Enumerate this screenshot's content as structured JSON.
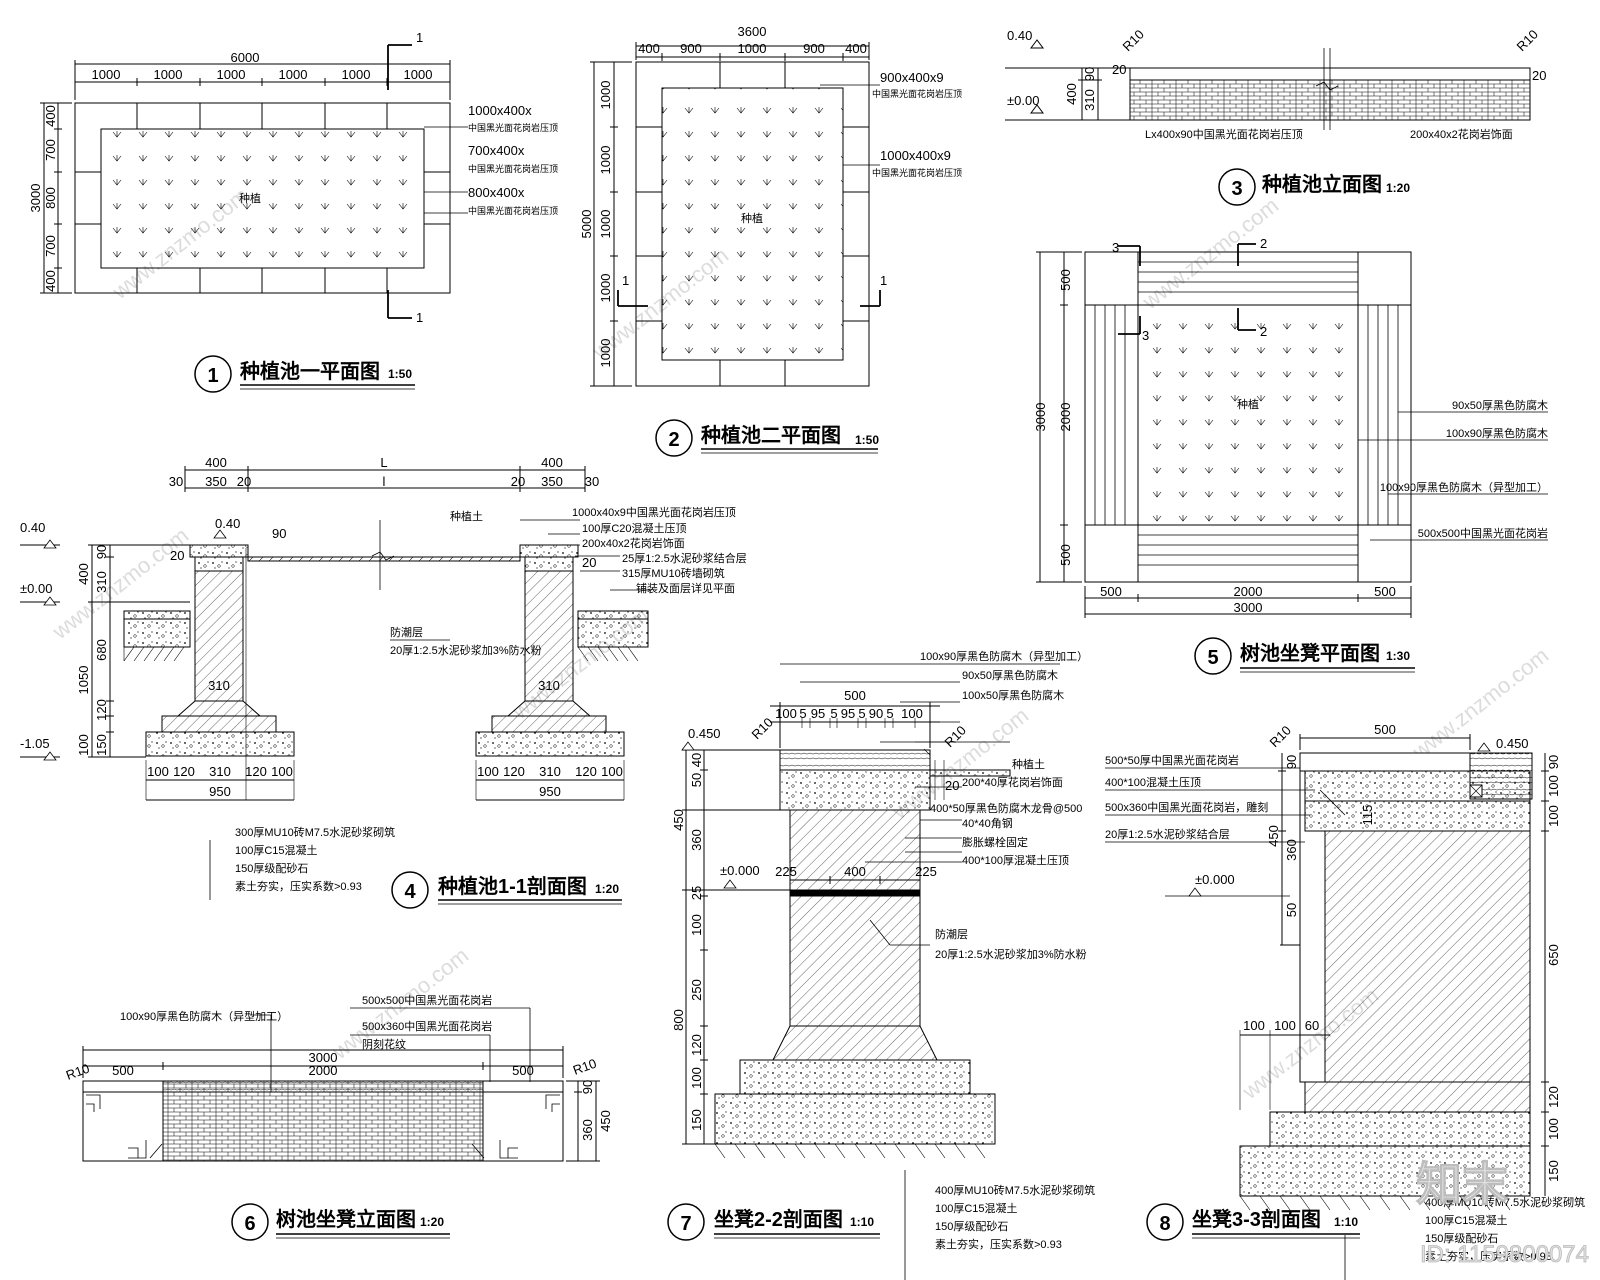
{
  "views": {
    "v1": {
      "num": "1",
      "title": "种植池一平面图",
      "scale": "1:50"
    },
    "v2": {
      "num": "2",
      "title": "种植池二平面图",
      "scale": "1:50"
    },
    "v3": {
      "num": "3",
      "title": "种植池立面图",
      "scale": "1:20"
    },
    "v4": {
      "num": "4",
      "title": "种植池1-1剖面图",
      "scale": "1:20"
    },
    "v5": {
      "num": "5",
      "title": "树池坐凳平面图",
      "scale": "1:30"
    },
    "v6": {
      "num": "6",
      "title": "树池坐凳立面图",
      "scale": "1:20"
    },
    "v7": {
      "num": "7",
      "title": "坐凳2-2剖面图",
      "scale": "1:10"
    },
    "v8": {
      "num": "8",
      "title": "坐凳3-3剖面图",
      "scale": "1:10"
    }
  },
  "p1": {
    "total_w": "6000",
    "segments": [
      "1000",
      "1000",
      "1000",
      "1000",
      "1000",
      "1000"
    ],
    "total_h": "3000",
    "v_segments": [
      "400",
      "700",
      "800",
      "700",
      "400"
    ],
    "center": "种植",
    "cut_mark": "1",
    "notes": [
      {
        "size": "1000x400x",
        "desc": "中国黑光面花岗岩压顶"
      },
      {
        "size": "700x400x",
        "desc": "中国黑光面花岗岩压顶"
      },
      {
        "size": "800x400x",
        "desc": "中国黑光面花岗岩压顶"
      }
    ]
  },
  "p2": {
    "total_w": "3600",
    "segments": [
      "400",
      "900",
      "1000",
      "900",
      "400"
    ],
    "total_h": "5000",
    "v_segments": [
      "1000",
      "1000",
      "1000",
      "1000",
      "1000"
    ],
    "center": "种植",
    "cut_mark": "1",
    "notes": [
      {
        "size": "900x400x9",
        "desc": "中国黑光面花岗岩压顶"
      },
      {
        "size": "1000x400x9",
        "desc": "中国黑光面花岗岩压顶"
      }
    ]
  },
  "p3": {
    "level_top": "0.40",
    "level_base": "±0.00",
    "h1": "400",
    "h2": "90",
    "h3": "310",
    "r_left": "R10",
    "r_right": "R10",
    "gap_l": "20",
    "gap_r": "20",
    "note_left": "Lx400x90中国黑光面花岗岩压顶",
    "note_right": "200x40x2花岗岩饰面"
  },
  "p4": {
    "top_w": [
      "400",
      "L",
      "400"
    ],
    "bot_w": [
      "30",
      "350",
      "20",
      "l",
      "20",
      "350",
      "30"
    ],
    "level_top": "0.40",
    "level_top2": "0.40",
    "level_zero": "±0.00",
    "level_bot": "-1.05",
    "v_dims": [
      "90",
      "310",
      "400",
      "680",
      "1050",
      "120",
      "150",
      "100"
    ],
    "wall": "310",
    "base_w": "950",
    "base_segs": [
      "100",
      "120",
      "310",
      "120",
      "100"
    ],
    "plant_soil": "种植土",
    "r90": "90",
    "twenty": "20",
    "notes_right": [
      "1000x40x9中国黑光面花岗岩压顶",
      "100厚C20混凝土压顶",
      "200x40x2花岗岩饰面",
      "25厚1:2.5水泥砂浆结合层",
      "315厚MU10砖墙砌筑",
      "铺装及面层详见平面"
    ],
    "note_mid1": "防潮层",
    "note_mid2": "20厚1:2.5水泥砂浆加3%防水粉",
    "notes_bot": [
      "300厚MU10砖M7.5水泥砂浆砌筑",
      "100厚C15混凝土",
      "150厚级配砂石",
      "素土夯实，压实系数>0.93"
    ]
  },
  "p5": {
    "total_w": "3000",
    "w_segs": [
      "500",
      "2000",
      "500"
    ],
    "total_h": "3000",
    "h_segs": [
      "500",
      "2000",
      "500"
    ],
    "center": "种植",
    "cut2": "2",
    "cut3": "3",
    "notes": [
      "90x50厚黑色防腐木",
      "100x90厚黑色防腐木",
      "100x90厚黑色防腐木（异型加工）",
      "500x500中国黑光面花岗岩"
    ]
  },
  "p6": {
    "total_w": "3000",
    "segs": [
      "500",
      "2000",
      "500"
    ],
    "r_left": "R10",
    "r_right": "R10",
    "h_total": "450",
    "h1": "90",
    "h2": "360",
    "notes": [
      "100x90厚黑色防腐木（异型加工）",
      "500x500中国黑光面花岗岩",
      "500x360中国黑光面花岗岩",
      "阴刻花纹"
    ]
  },
  "p7": {
    "top_w": "500",
    "top_segs": [
      "100",
      "5",
      "95",
      "5",
      "95",
      "5",
      "90",
      "5",
      "100"
    ],
    "level_top": "0.450",
    "level_zero": "±0.000",
    "r1": "R10",
    "r2": "R10",
    "v_dims": [
      "450",
      "40",
      "50",
      "360",
      "25",
      "100",
      "250",
      "800",
      "120",
      "100",
      "150"
    ],
    "mid": [
      "225",
      "400",
      "225"
    ],
    "plant_soil": "种植土",
    "twenty": "20",
    "notes_top": [
      "100x90厚黑色防腐木（异型加工）",
      "90x50厚黑色防腐木",
      "100x50厚黑色防腐木"
    ],
    "notes_right": [
      "200*40厚花岗岩饰面",
      "400*50厚黑色防腐木龙骨@500",
      "40*40角钢",
      "膨胀螺栓固定",
      "400*100厚混凝土压顶"
    ],
    "note_mid1": "防潮层",
    "note_mid2": "20厚1:2.5水泥砂浆加3%防水粉",
    "notes_bot": [
      "400厚MU10砖M7.5水泥砂浆砌筑",
      "100厚C15混凝土",
      "150厚级配砂石",
      "素土夯实，压实系数>0.93"
    ]
  },
  "p8": {
    "top_w": "500",
    "r": "R10",
    "level_top": "0.450",
    "level_zero": "±0.000",
    "v_left": [
      "90",
      "360",
      "450",
      "50"
    ],
    "v_115": "115",
    "v_right": [
      "90",
      "100",
      "100",
      "650",
      "120",
      "100",
      "150"
    ],
    "bot": [
      "100",
      "100",
      "60"
    ],
    "notes": [
      "500*50厚中国黑光面花岗岩",
      "400*100混凝土压顶",
      "500x360中国黑光面花岗岩，雕刻",
      "20厚1:2.5水泥砂浆结合层"
    ],
    "notes_bot": [
      "400厚MU10砖M7.5水泥砂浆砌筑",
      "100厚C15混凝土",
      "150厚级配砂石",
      "素土夯实，压实系数>0.93"
    ]
  },
  "stamp": {
    "brand": "知末",
    "id": "ID: 1159800074"
  },
  "watermark": "www.znzmo.com"
}
